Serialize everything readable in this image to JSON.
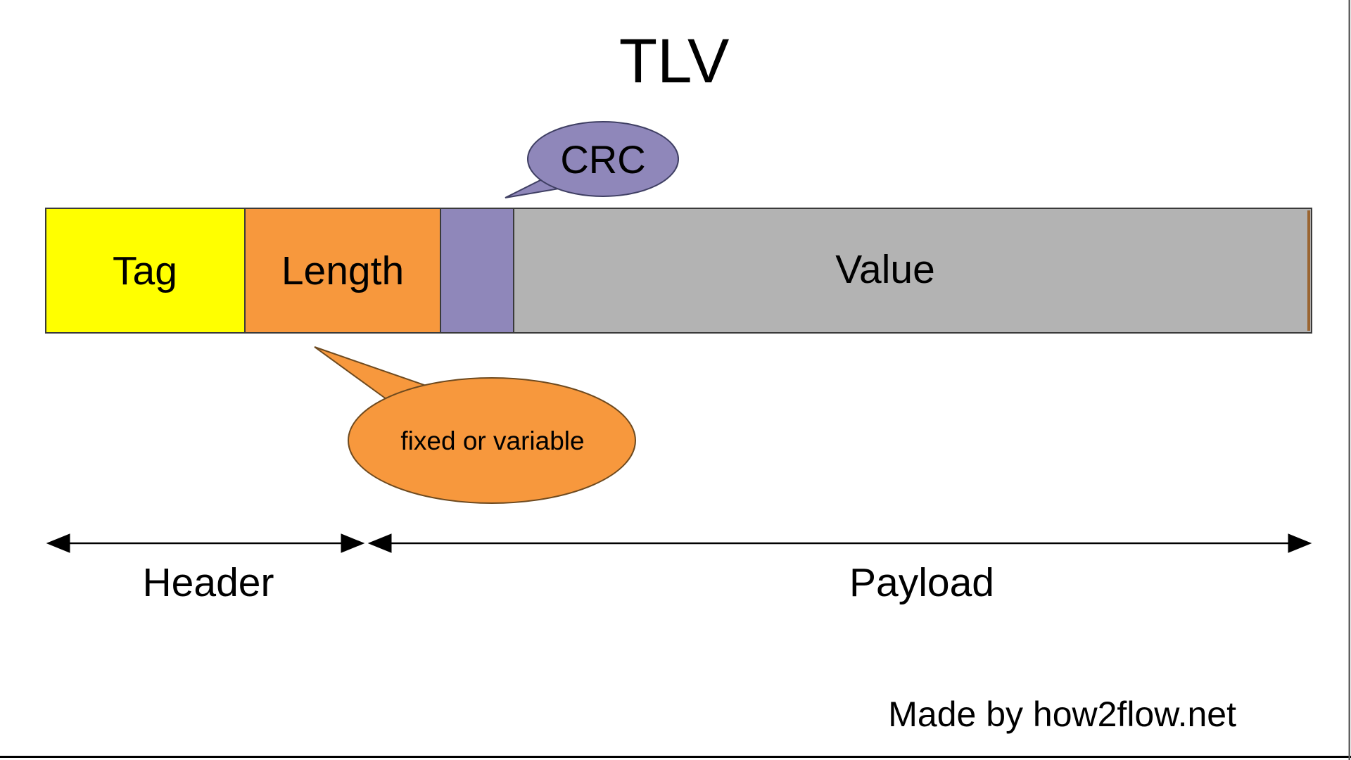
{
  "title": "TLV",
  "bar": {
    "segments": [
      {
        "id": "tag",
        "label": "Tag",
        "color": "#ffff00"
      },
      {
        "id": "length",
        "label": "Length",
        "color": "#f7983d"
      },
      {
        "id": "crc",
        "label": "",
        "color": "#8f87ba"
      },
      {
        "id": "value",
        "label": "Value",
        "color": "#b3b3b3"
      }
    ],
    "border_color": "#3a3a3a",
    "right_edge_color": "#9a6430"
  },
  "callouts": {
    "crc": {
      "label": "CRC",
      "fill": "#8f87ba",
      "stroke": "#3f3f63"
    },
    "length_note": {
      "label": "fixed or variable",
      "fill": "#f7983d",
      "stroke": "#6e4a1f"
    }
  },
  "spans": {
    "header_label": "Header",
    "payload_label": "Payload"
  },
  "watermark": {
    "text": "Made by how2flow.net",
    "color": "#989898"
  },
  "frame": {
    "bottom_line_color": "#000000",
    "right_line_color": "#606060"
  }
}
